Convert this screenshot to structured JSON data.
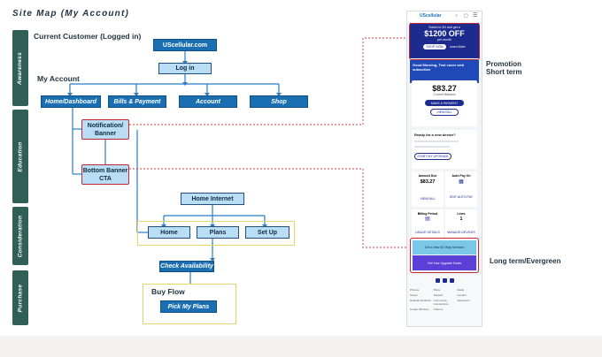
{
  "page_title": "Site Map (My Account)",
  "stages": [
    "Awareness",
    "Education",
    "Consideration",
    "Purchase"
  ],
  "labels": {
    "current_customer": "Current Customer (Logged in)",
    "my_account": "My Account",
    "buy_flow": "Buy Flow",
    "promotion": "Promotion",
    "short_term": "Short term",
    "long_term": "Long term/Evergreen"
  },
  "nodes": {
    "uscellular": "UScellular.com",
    "login": "Log in",
    "home_dashboard": "Home/Dashboard",
    "bills_payment": "Bills & Payment",
    "account": "Account",
    "shop": "Shop",
    "notification_banner": "Notification/ Banner",
    "bottom_banner_cta": "Bottom Banner CTA",
    "home_internet": "Home Internet",
    "home": "Home",
    "plans": "Plans",
    "set_up": "Set Up",
    "check_availability": "Check Availability",
    "pick_my_plans": "Pick My Plans"
  },
  "phone": {
    "logo": "UScellular",
    "promo_small": "Switch to 5G and get a",
    "promo_amount": "$1200 OFF",
    "promo_sub": "per month",
    "promo_shop": "SHOP NOW",
    "promo_learn": "Learn More",
    "greeting": "Good Morning, Test cover web subscriber",
    "amount": "$83.27",
    "amount_label": "Current Balance",
    "make_payment": "MAKE A PAYMENT",
    "view_bill": "VIEW BILL",
    "ready_device": "Ready for a new device?",
    "start_upgrade": "START MY UPGRADE",
    "amount_due_label": "Amount Due",
    "amount_due": "$83.27",
    "auto_pay_label": "Auto Pay On",
    "view_bill2": "VIEW BILL",
    "edit_autopay": "EDIT AUTO PAY",
    "billing_period": "Billing Period",
    "lines": "Lines",
    "lines_count": "1",
    "usage": "USAGE DETAILS",
    "manage": "MANAGE DEVICES",
    "cta1": "Get a New 5G Way Services",
    "cta2": "Get Your Upgrade Deals",
    "footer_links": [
      "Phones",
      "Plans",
      "Deals",
      "Stores",
      "Support",
      "Contact",
      "Network Evolution",
      "Community Connections",
      "Newsroom",
      "Locate Wireless",
      "Careers"
    ]
  },
  "colors": {
    "stage_green": "#2f5f55",
    "node_dark_blue": "#1a6fb3",
    "node_light_blue": "#b9ddf5",
    "highlight_red": "#c0282f",
    "group_yellow": "#e3d66a",
    "phone_navy": "#1d2b8f"
  }
}
